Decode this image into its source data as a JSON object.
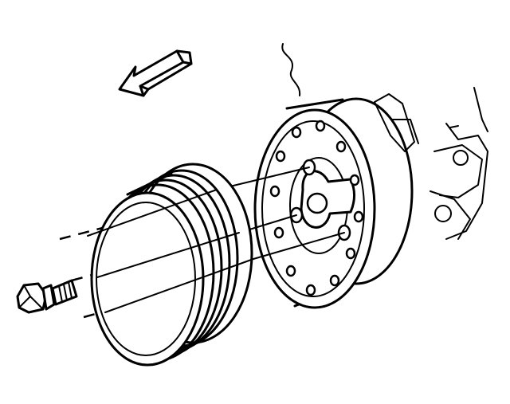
{
  "diagram": {
    "kind": "technical line illustration",
    "parts": [
      "direction-arrow",
      "engine-block",
      "harmonic-balancer",
      "crankshaft-pulley",
      "pulley-bolt"
    ],
    "line_color": "#000000",
    "background_color": "#ffffff"
  }
}
